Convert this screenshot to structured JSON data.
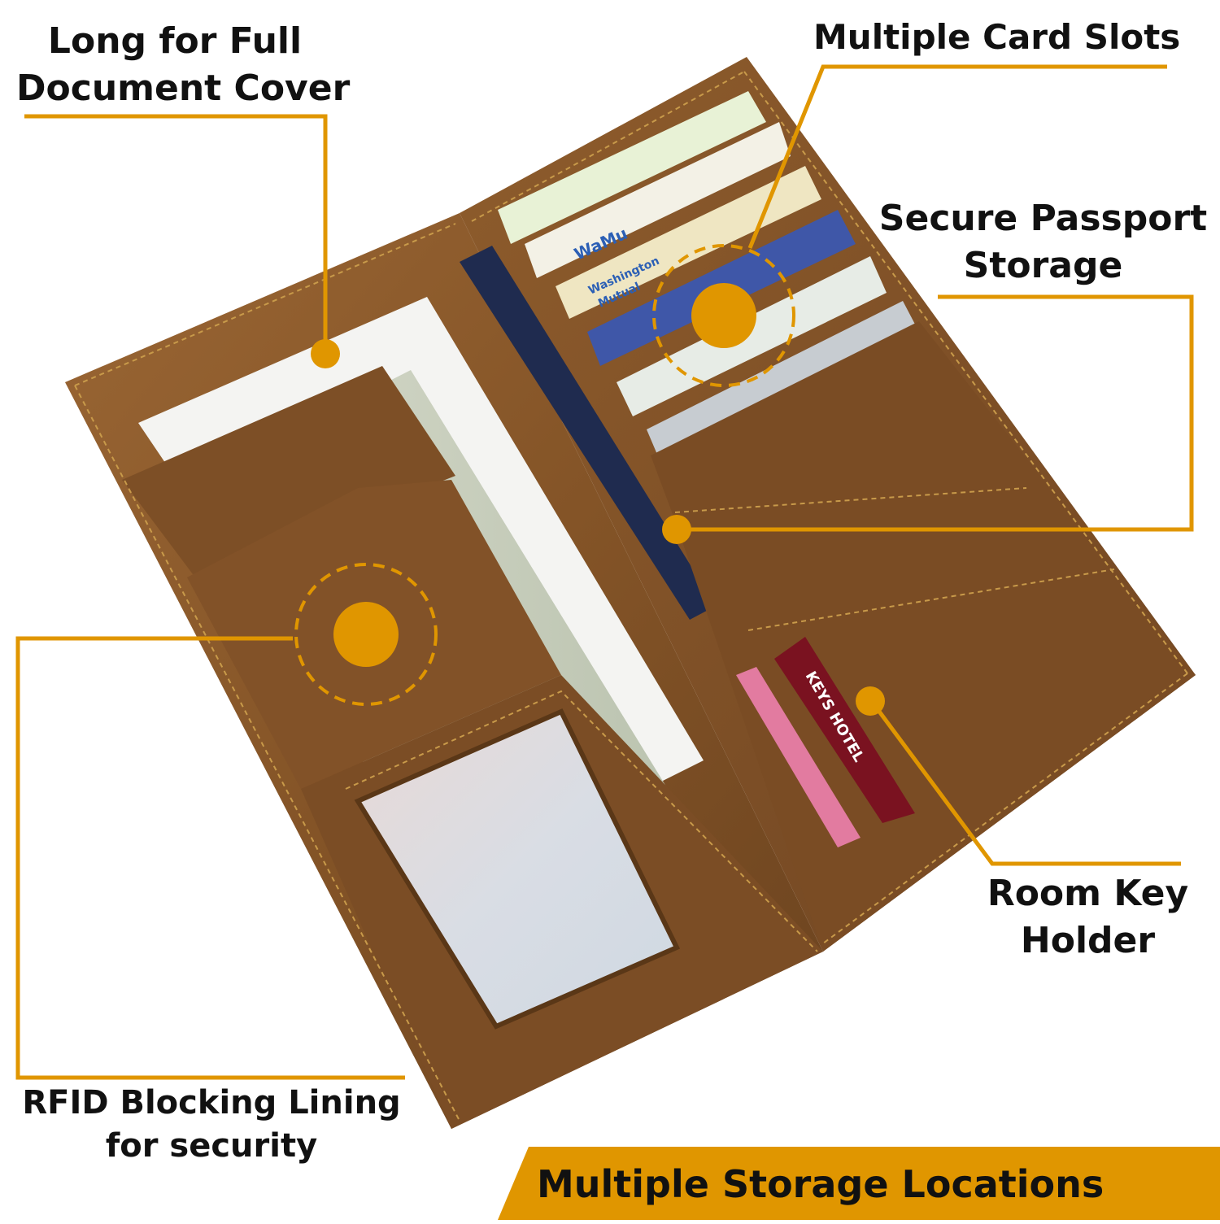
{
  "callouts": {
    "long_cover": {
      "line1": "Long for Full",
      "line2": "Document Cover"
    },
    "card_slots": {
      "line1": "Multiple Card Slots"
    },
    "passport": {
      "line1": "Secure Passport",
      "line2": "Storage"
    },
    "room_key": {
      "line1": "Room Key",
      "line2": "Holder"
    },
    "rfid": {
      "line1": "RFID Blocking Lining",
      "line2": "for security"
    }
  },
  "banner": {
    "text": "Multiple Storage Locations"
  },
  "wallet_cards": {
    "wamu": "WaMu",
    "washington_mutual_1": "Washington",
    "washington_mutual_2": "Mutual",
    "hotel_key": "KEYS HOTEL"
  },
  "colors": {
    "accent": "#E09600",
    "leather": "#8A5A2B",
    "leather_dark": "#6E4420",
    "text": "#111111",
    "background": "#FFFFFF"
  },
  "icons": [
    "callout-dot",
    "dashed-ring",
    "leader-line"
  ]
}
